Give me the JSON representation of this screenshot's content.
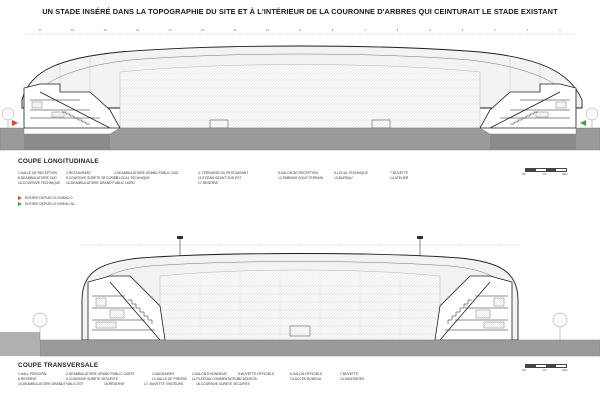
{
  "title": "UN STADE INSÉRÉ DANS LA TOPOGRAPHIE DU SITE ET À L'INTÉRIEUR DE LA COURONNE D'ARBRES QUI CEINTURAIT LE STADE EXISTANT",
  "sections": [
    {
      "title": "COUPE  LONGITUDINALE",
      "legend_rows": [
        [
          "1-SALLE DE RECEPTION",
          "2-RESTAURANT",
          "3-DEAMBULATOIRE GRAND PUBLIC SUD",
          "4- TERRASSE DU RESTAURANT",
          "5-SALON DE RECEPTION",
          "6-LOCAL TECHNIQUE",
          "7-BUVETTE"
        ],
        [
          "8-DEAMBULATOIRE SUD",
          "9-COURSIVE SURETE SECURITE",
          "10-LOCAL TECHNIQUE",
          "11-ECRAN GEANT SUD EST",
          "12-PARKING SOUS TERRAIN",
          "13-BUREAU",
          "14-ATELIER"
        ],
        [
          "15-COURSIVE TECHNIQUE",
          "16-DEAMBULATOIRE GRAND PUBLIC NORD",
          "17-RESERVE"
        ]
      ],
      "entries": [
        {
          "label": "ENTREE DEPUIS LE NIVEAU 0",
          "color": "#e0442a"
        },
        {
          "label": "ENTREE DEPUIS LE NIVEAU N1",
          "color": "#3aa64a"
        }
      ],
      "scale": [
        "0m",
        "10",
        "20m"
      ]
    },
    {
      "title": "COUPE  TRANSVERSALE",
      "legend_rows": [
        [
          "1-HALL PRINCIPAL",
          "2-DEAMBULATOIRE GRAND PUBLIC OUEST",
          "3-SANITAIRES",
          "4-SALON D'HONNEUR",
          "5-BUVETTE OFFICIELS",
          "6-SALON OFFICIELS",
          "7-BUVETTE"
        ],
        [
          "8-RESERVE",
          "9-COURSIVE SURETE SECURITE",
          "10-SALLE DE PRESSE",
          "11-PLATEAU COMMENTATEUR",
          "12-BODEGA",
          "13-ACCES BODEGA",
          "14-SANITAIRES"
        ],
        [
          "15-DEAMBULATOIRE GRAND PUBLIC EST",
          "16-RESERVE",
          "17- BUVETTE VISITEURS",
          "18-COURSIVE SURETE SECURITE"
        ]
      ],
      "scale": [
        "0m",
        "10",
        "20m"
      ]
    }
  ],
  "grid_labels_top": [
    "17",
    "16",
    "15",
    "14",
    "13",
    "12",
    "11",
    "10",
    "9",
    "8",
    "7",
    "6",
    "5",
    "4",
    "3",
    "2",
    "1"
  ],
  "colors": {
    "ground": "#9a9a9a",
    "ground_dark": "#6f6f6f",
    "structure": "#1e1e1e",
    "roof_fill": "#f1f1f1",
    "enter_level0": "#e0442a",
    "enter_level1": "#3aa64a"
  }
}
